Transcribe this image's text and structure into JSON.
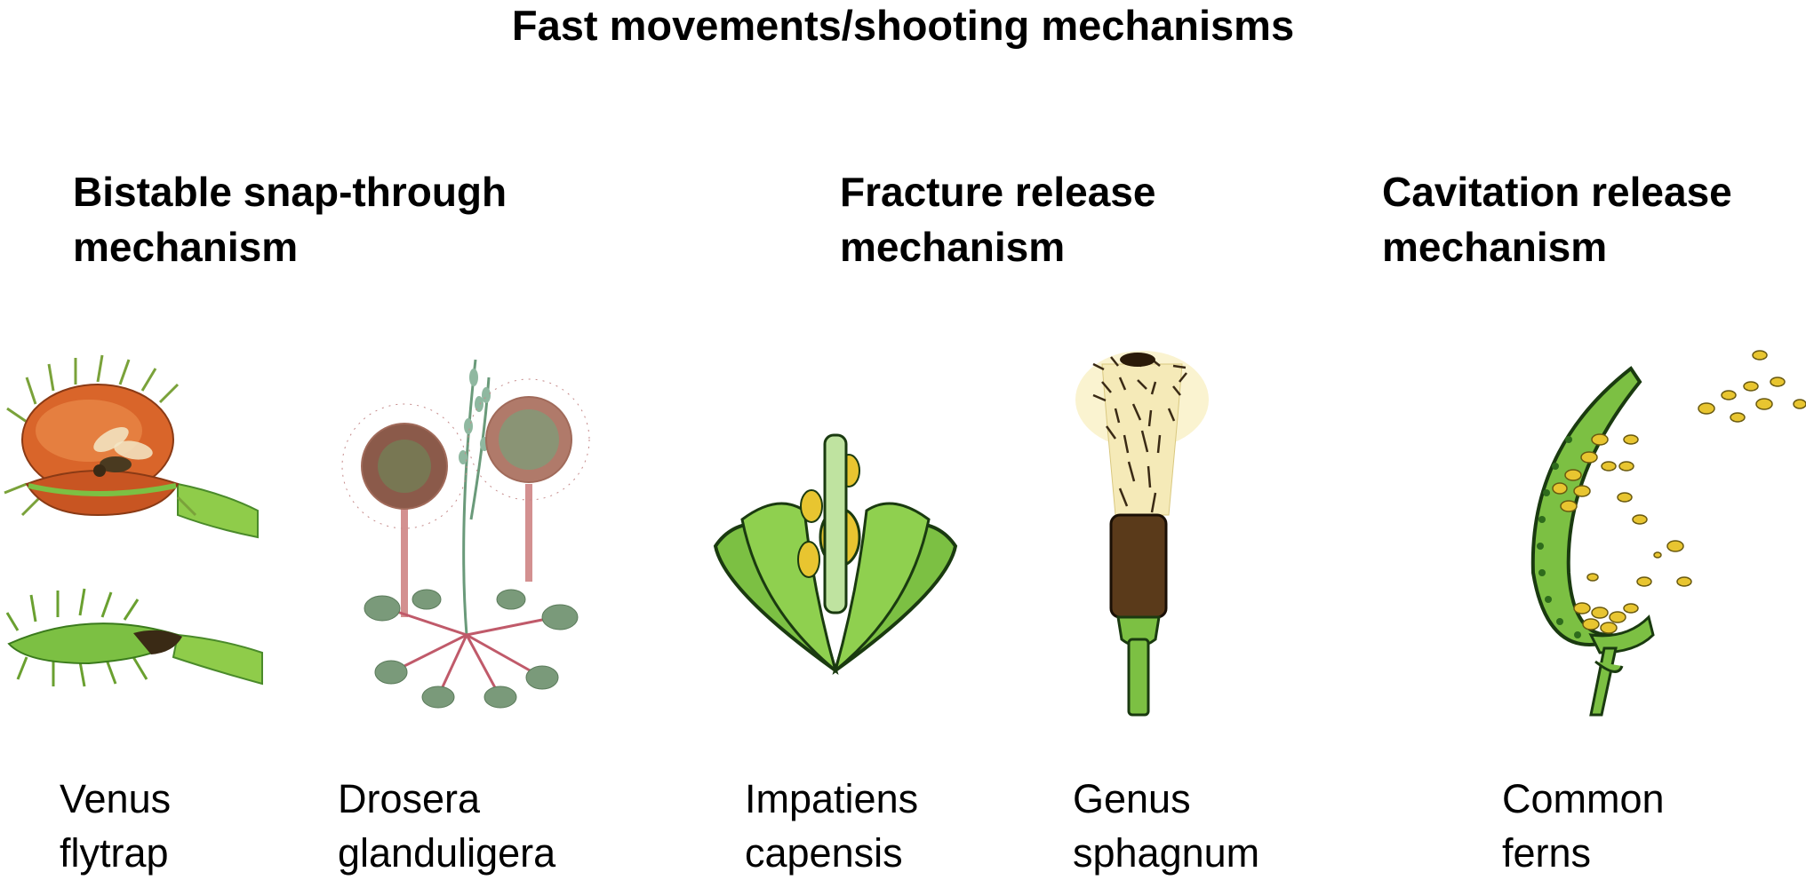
{
  "title": "Fast movements/shooting mechanisms",
  "groups": [
    {
      "heading": [
        "Bistable snap-through",
        "mechanism"
      ]
    },
    {
      "heading": [
        "Fracture release",
        "mechanism"
      ]
    },
    {
      "heading": [
        "Cavitation release",
        "mechanism"
      ]
    }
  ],
  "specimens": [
    {
      "label": [
        "Venus",
        "flytrap"
      ],
      "icon": "venus-flytrap-illustration"
    },
    {
      "label": [
        "Drosera",
        "glanduligera"
      ],
      "icon": "drosera-illustration"
    },
    {
      "label": [
        "Impatiens",
        "capensis"
      ],
      "icon": "impatiens-illustration"
    },
    {
      "label": [
        "Genus",
        "sphagnum"
      ],
      "icon": "sphagnum-illustration"
    },
    {
      "label": [
        "Common",
        "ferns"
      ],
      "icon": "fern-sporangium-illustration"
    }
  ],
  "colors": {
    "leaf_green": "#7cc043",
    "outline_green": "#2e6b1c",
    "trap_orange": "#d9652a",
    "seed_yellow": "#e8c530",
    "capsule_brown": "#5a3a1a"
  }
}
